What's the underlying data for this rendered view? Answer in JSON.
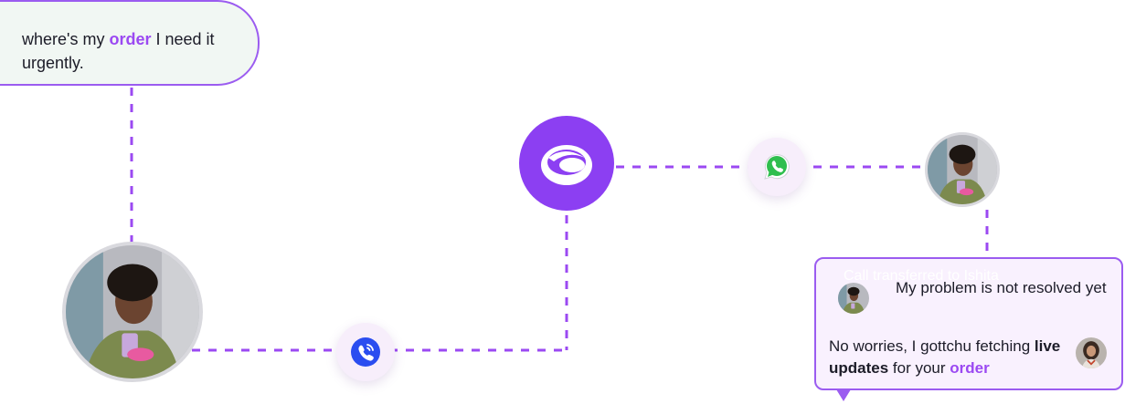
{
  "top_bubble": {
    "text_before": "where's my ",
    "highlight": "order",
    "text_after": " I need it urgently."
  },
  "chat_card": {
    "ghost_text": "Call transferred to Ishita",
    "message_customer": "My problem is not resolved yet",
    "reply_before": "No worries, I gottchu fetching ",
    "reply_bold": "live updates",
    "reply_middle": " for your ",
    "reply_highlight": "order"
  },
  "icons": {
    "phone": "phone-call-icon",
    "brand": "brand-logo-icon",
    "whatsapp": "whatsapp-icon"
  },
  "colors": {
    "accent": "#8c3ff2",
    "dash": "#9b49f2",
    "bubble_bg": "#f1f7f3",
    "card_bg": "#f9f1fe",
    "phone_blue": "#2a4df0",
    "whatsapp_green": "#2fbe4e"
  }
}
